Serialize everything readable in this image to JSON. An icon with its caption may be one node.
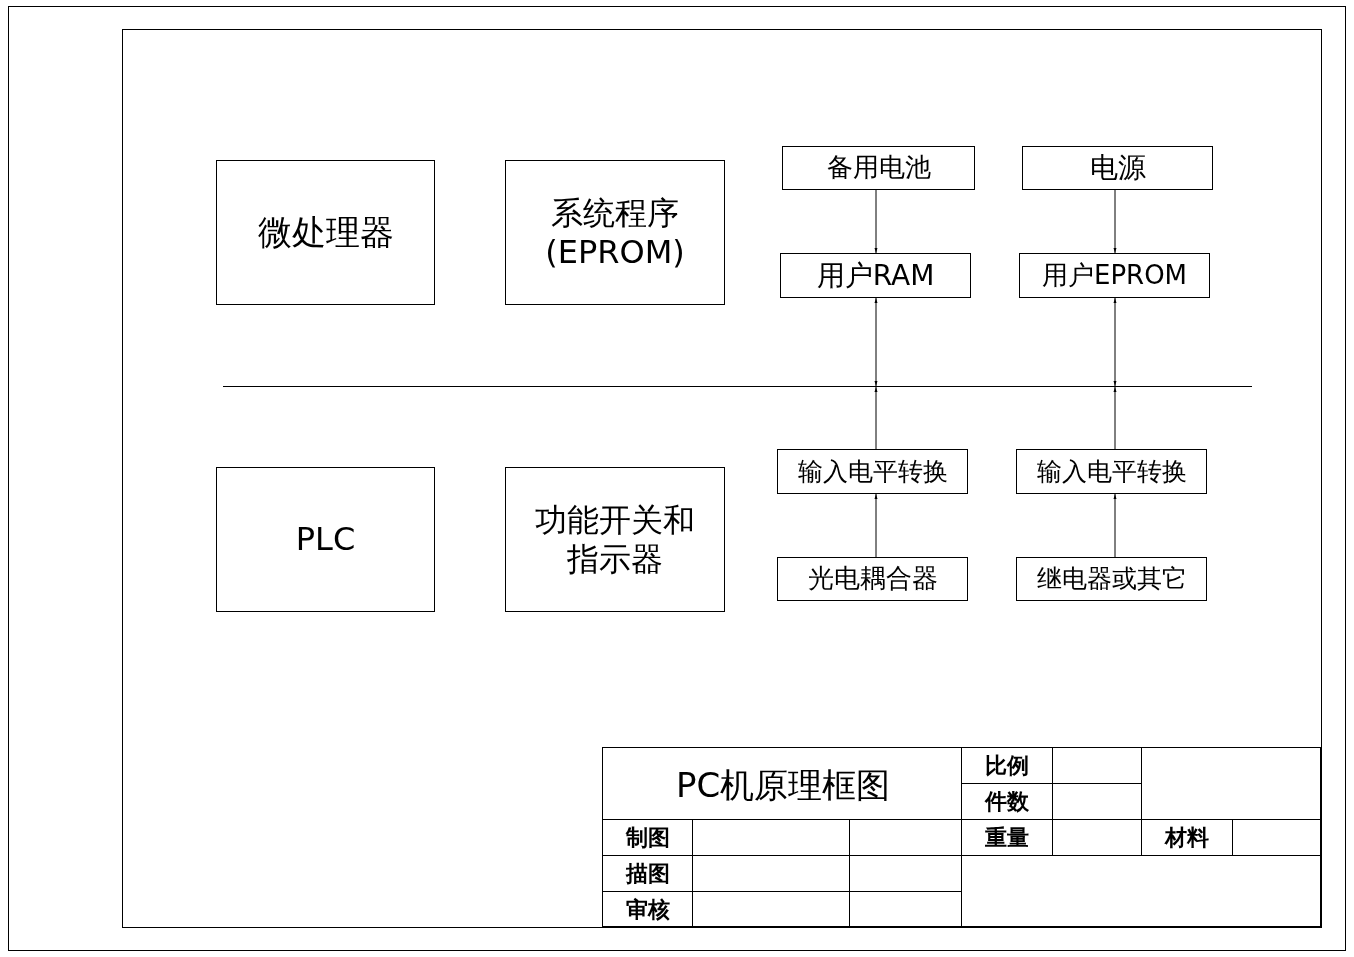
{
  "diagram": {
    "title": "PC机原理框图",
    "nodes": [
      {
        "text": [
          "微处理器"
        ]
      },
      {
        "text": [
          "系统程序",
          "(EPROM)"
        ]
      },
      {
        "text": [
          "备用电池"
        ]
      },
      {
        "text": [
          "电源"
        ]
      },
      {
        "text": [
          "用户RAM"
        ]
      },
      {
        "text": [
          "用户EPROM"
        ]
      },
      {
        "text": [],
        "shape": "bar"
      },
      {
        "text": [
          "PLC"
        ]
      },
      {
        "text": [
          "功能开关和指示器"
        ]
      },
      {
        "text": [
          "输入电平转换"
        ]
      },
      {
        "text": [
          "输入电平转换"
        ]
      },
      {
        "text": [
          "光电耦合器"
        ]
      },
      {
        "text": [
          "继电器或其它"
        ]
      }
    ],
    "edges": [
      {
        "from": 2,
        "to": 4,
        "arrow": "to"
      },
      {
        "from": 3,
        "to": 5,
        "arrow": "to"
      },
      {
        "from": 4,
        "to": 6,
        "arrow": "both"
      },
      {
        "from": 5,
        "to": 6,
        "arrow": "both"
      },
      {
        "from": 9,
        "to": 6,
        "arrow": "to"
      },
      {
        "from": 10,
        "to": 6,
        "arrow": "to"
      },
      {
        "from": 11,
        "to": 9,
        "arrow": "to"
      },
      {
        "from": 12,
        "to": 10,
        "arrow": "to"
      }
    ],
    "labels": [
      "比例",
      "件数",
      "制图",
      "重量",
      "材料",
      "描图",
      "审核"
    ]
  }
}
